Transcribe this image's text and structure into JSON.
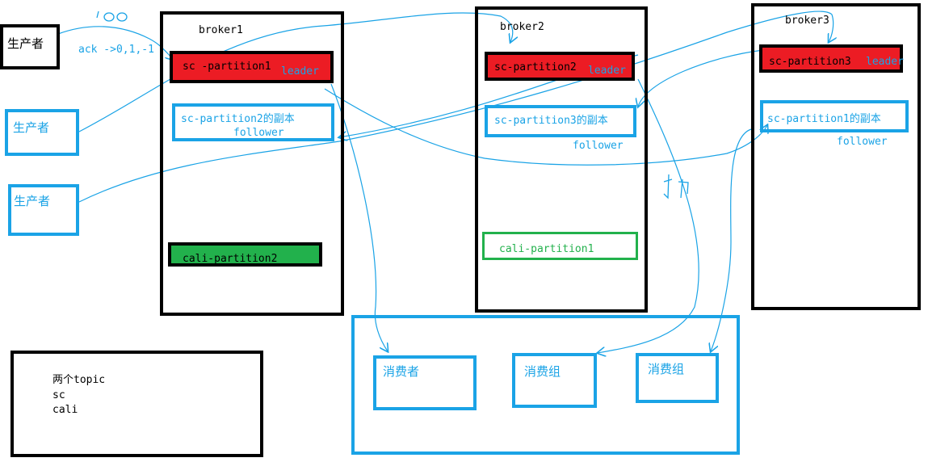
{
  "producers": {
    "p1": "生产者",
    "p2": "生产者",
    "p3": "生产者"
  },
  "ack_note": "ack ->0,1,-1",
  "ack_scribble": "100",
  "brokers": {
    "b1": {
      "title": "broker1",
      "leader_partition": "sc -partition1",
      "leader_tag": "leader",
      "replica": "sc-partition2的副本",
      "replica_tag": "follower",
      "other_partition": "cali-partition2"
    },
    "b2": {
      "title": "broker2",
      "leader_partition": "sc-partition2",
      "leader_tag": "leader",
      "replica": "sc-partition3的副本",
      "replica_tag": "follower",
      "other_partition": "cali-partition1"
    },
    "b3": {
      "title": "broker3",
      "leader_partition": "sc-partition3",
      "leader_tag": "leader",
      "replica": "sc-partition1的副本",
      "replica_tag": "follower"
    }
  },
  "pull_note": "拉",
  "consumers": {
    "c1": "消费者",
    "c2": "消费组",
    "c3": "消费组"
  },
  "topic_note": {
    "line1": "两个topic",
    "line2": "sc",
    "line3": "cali"
  },
  "colors": {
    "arrow": "#1aa3e6",
    "leader": "#ec1c24",
    "cali": "#22b14c"
  }
}
